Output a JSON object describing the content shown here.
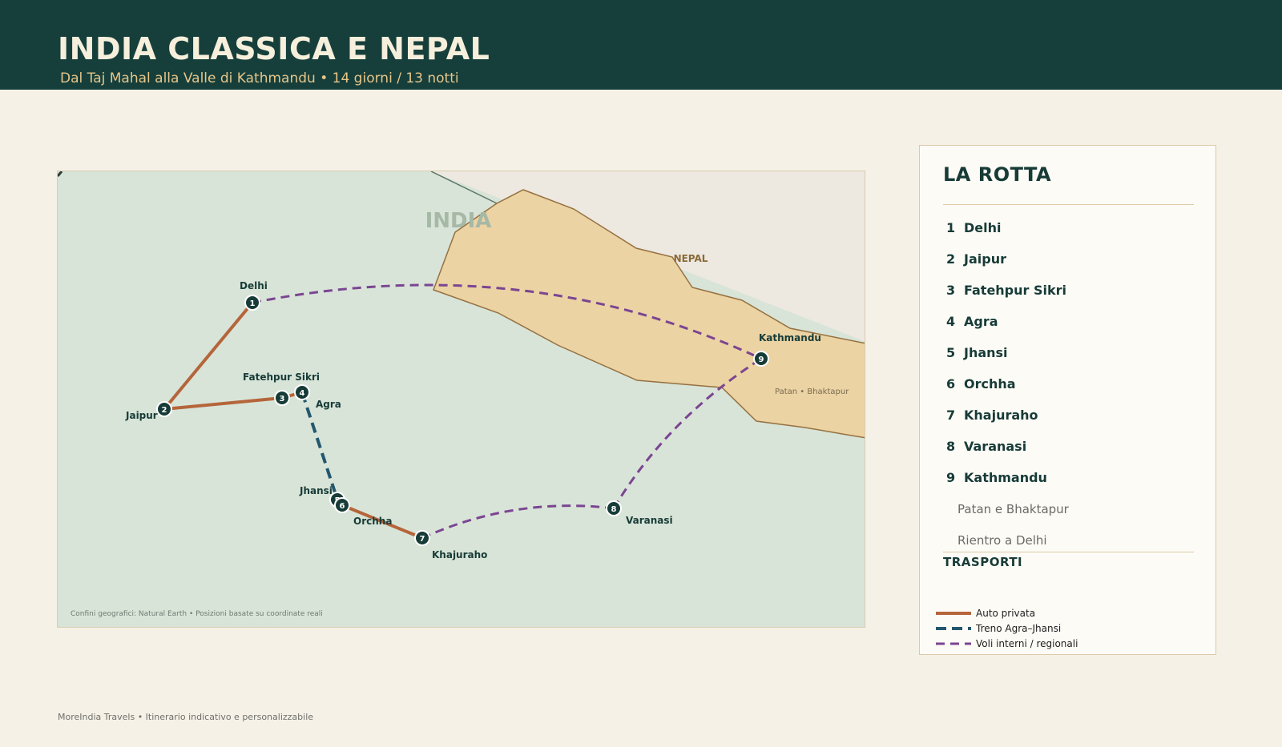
{
  "header": {
    "title": "INDIA CLASSICA E NEPAL",
    "subtitle": "Dal Taj Mahal alla Valle di Kathmandu  •  14 giorni / 13 notti"
  },
  "map": {
    "country_india": "INDIA",
    "country_nepal": "NEPAL",
    "patan_note": "Patan • Bhaktapur",
    "credit": "Confini geografici: Natural Earth • Posizioni basate su coordinate reali",
    "colors": {
      "india_fill": "#d8e4d8",
      "nepal_fill": "#ebd3a3",
      "nepal_border": "#967040",
      "outside_fill": "#ede8e0",
      "car": "#b5653a",
      "train": "#23576e",
      "flight": "#7b4592",
      "marker": "#173b37"
    },
    "stops": [
      {
        "num": "1",
        "name": "Delhi"
      },
      {
        "num": "2",
        "name": "Jaipur"
      },
      {
        "num": "3",
        "name": "Fatehpur Sikri"
      },
      {
        "num": "4",
        "name": "Agra"
      },
      {
        "num": "5",
        "name": "Jhansi"
      },
      {
        "num": "6",
        "name": "Orchha"
      },
      {
        "num": "7",
        "name": "Khajuraho"
      },
      {
        "num": "8",
        "name": "Varanasi"
      },
      {
        "num": "9",
        "name": "Kathmandu"
      }
    ]
  },
  "panel": {
    "title": "LA ROTTA",
    "route": [
      {
        "num": "1",
        "name": "Delhi"
      },
      {
        "num": "2",
        "name": "Jaipur"
      },
      {
        "num": "3",
        "name": "Fatehpur Sikri"
      },
      {
        "num": "4",
        "name": "Agra"
      },
      {
        "num": "5",
        "name": "Jhansi"
      },
      {
        "num": "6",
        "name": "Orchha"
      },
      {
        "num": "7",
        "name": "Khajuraho"
      },
      {
        "num": "8",
        "name": "Varanasi"
      },
      {
        "num": "9",
        "name": "Kathmandu"
      }
    ],
    "extras": [
      "Patan e Bhaktapur",
      "Rientro a Delhi"
    ],
    "transport_title": "TRASPORTI",
    "legend": [
      {
        "label": "Auto privata",
        "style": "car"
      },
      {
        "label": "Treno Agra–Jhansi",
        "style": "train"
      },
      {
        "label": "Voli interni / regionali",
        "style": "flight"
      }
    ]
  },
  "footer": "MoreIndia Travels  •  Itinerario indicativo e personalizzabile"
}
